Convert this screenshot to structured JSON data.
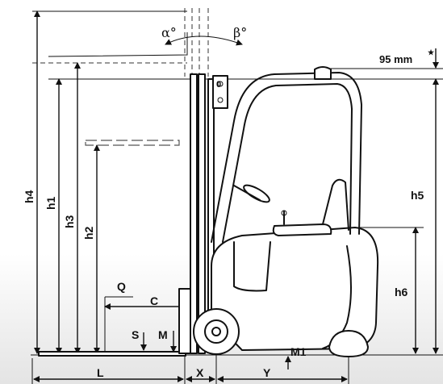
{
  "labels": {
    "h4": "h4",
    "h1": "h1",
    "h3": "h3",
    "h2": "h2",
    "h5": "h5",
    "h6": "h6",
    "Q": "Q",
    "C": "C",
    "S": "S",
    "M": "M",
    "M1": "M1",
    "L": "L",
    "X": "X",
    "Y": "Y",
    "alpha": "α°",
    "beta": "β°",
    "overhead": "95 mm",
    "star": "★"
  }
}
